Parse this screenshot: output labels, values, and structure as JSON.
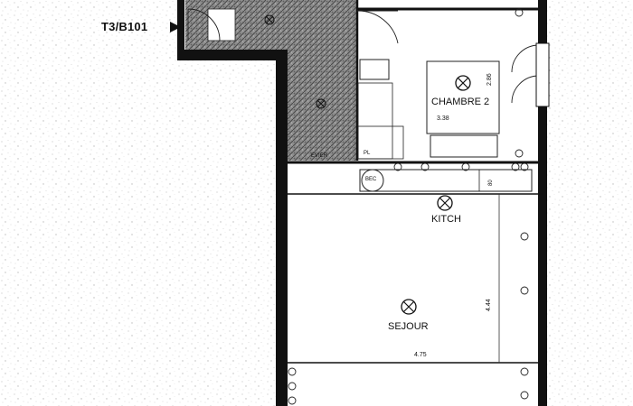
{
  "plan": {
    "unit_label": "T3/B101",
    "rooms": {
      "bedroom": {
        "name": "CHAMBRE 2",
        "width": "3.38",
        "depth": "2.86"
      },
      "kitchen": {
        "name": "KITCH"
      },
      "living": {
        "name": "SEJOUR",
        "width": "4.75",
        "depth": "4.44"
      }
    },
    "fixtures": {
      "sink": "EVIER",
      "boiler": "BEC",
      "counter_length": "80",
      "pl": "PL"
    },
    "colors": {
      "wall": "#111111",
      "hatch": "#5a5a5a",
      "paper": "#ffffff",
      "paper_texture": "#c8c8c8"
    }
  }
}
